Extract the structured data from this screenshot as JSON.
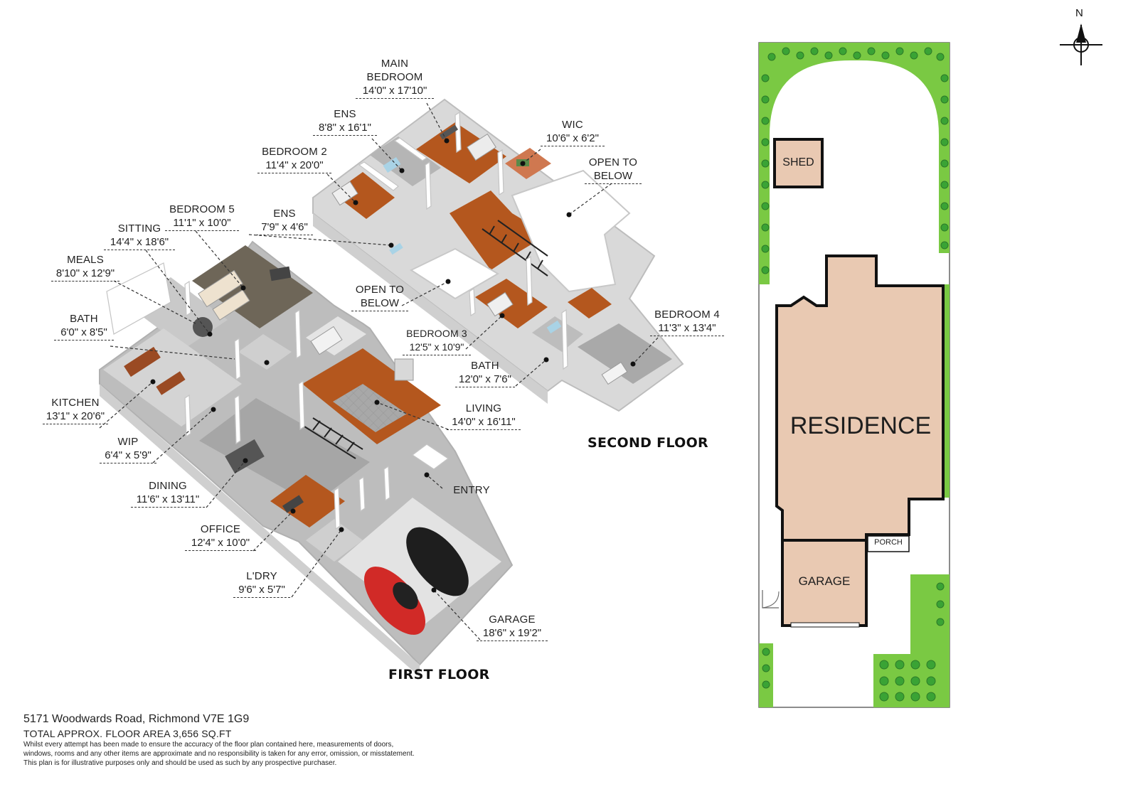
{
  "rooms": {
    "main_bedroom": {
      "name_line1": "MAIN",
      "name_line2": "BEDROOM",
      "dims": "14'0\" x 17'10\""
    },
    "ens_upper": {
      "name": "ENS",
      "dims": "8'8\" x 16'1\""
    },
    "wic": {
      "name": "WIC",
      "dims": "10'6\" x 6'2\""
    },
    "bedroom_2": {
      "name": "BEDROOM 2",
      "dims": "11'4\" x 20'0\""
    },
    "open_to_below_upper": {
      "name_line1": "OPEN TO",
      "name_line2": "BELOW"
    },
    "bedroom_5": {
      "name": "BEDROOM 5",
      "dims": "11'1\" x 10'0\""
    },
    "ens_lower": {
      "name": "ENS",
      "dims": "7'9\" x 4'6\""
    },
    "sitting": {
      "name": "SITTING",
      "dims": "14'4\" x 18'6\""
    },
    "meals": {
      "name": "MEALS",
      "dims": "8'10\" x 12'9\""
    },
    "open_to_below_lower": {
      "name_line1": "OPEN TO",
      "name_line2": "BELOW"
    },
    "bath_first": {
      "name": "BATH",
      "dims": "6'0\" x 8'5\""
    },
    "bedroom_4": {
      "name": "BEDROOM 4",
      "dims": "11'3\" x 13'4\""
    },
    "bedroom_3": {
      "name": "BEDROOM 3",
      "dims": "12'5\" x 10'9\""
    },
    "bath_second": {
      "name": "BATH",
      "dims": "12'0\" x 7'6\""
    },
    "kitchen": {
      "name": "KITCHEN",
      "dims": "13'1\" x 20'6\""
    },
    "living": {
      "name": "LIVING",
      "dims": "14'0\" x 16'11\""
    },
    "wip": {
      "name": "WIP",
      "dims": "6'4\" x 5'9\""
    },
    "entry": {
      "name": "ENTRY"
    },
    "dining": {
      "name": "DINING",
      "dims": "11'6\" x 13'11\""
    },
    "office": {
      "name": "OFFICE",
      "dims": "12'4\" x 10'0\""
    },
    "laundry": {
      "name": "L'DRY",
      "dims": "9'6\" x 5'7\""
    },
    "garage": {
      "name": "GARAGE",
      "dims": "18'6\" x 19'2\""
    }
  },
  "floors": {
    "second": "SECOND FLOOR",
    "first": "FIRST FLOOR"
  },
  "site_plan": {
    "shed": "SHED",
    "residence": "RESIDENCE",
    "garage": "GARAGE",
    "porch": "PORCH",
    "north": "N"
  },
  "colors": {
    "building_fill": "#e9c9b2",
    "lawn": "#7ac943",
    "shrub": "#3aa335",
    "floor_wood": "#b4571e",
    "floor_grey": "#9b9b9b",
    "wall": "#ffffff"
  },
  "footer": {
    "address": "5171 Woodwards Road, Richmond V7E 1G9",
    "area": "TOTAL APPROX. FLOOR AREA 3,656 SQ.FT",
    "disclaimer_line1": "Whilst every attempt has been made to ensure the accuracy of the floor plan contained here, measurements of doors,",
    "disclaimer_line2": "windows, rooms and any other items are approximate and no responsibility is taken for any error, omission, or misstatement.",
    "disclaimer_line3": "This plan is for illustrative purposes only and should be used as such by any prospective purchaser."
  }
}
